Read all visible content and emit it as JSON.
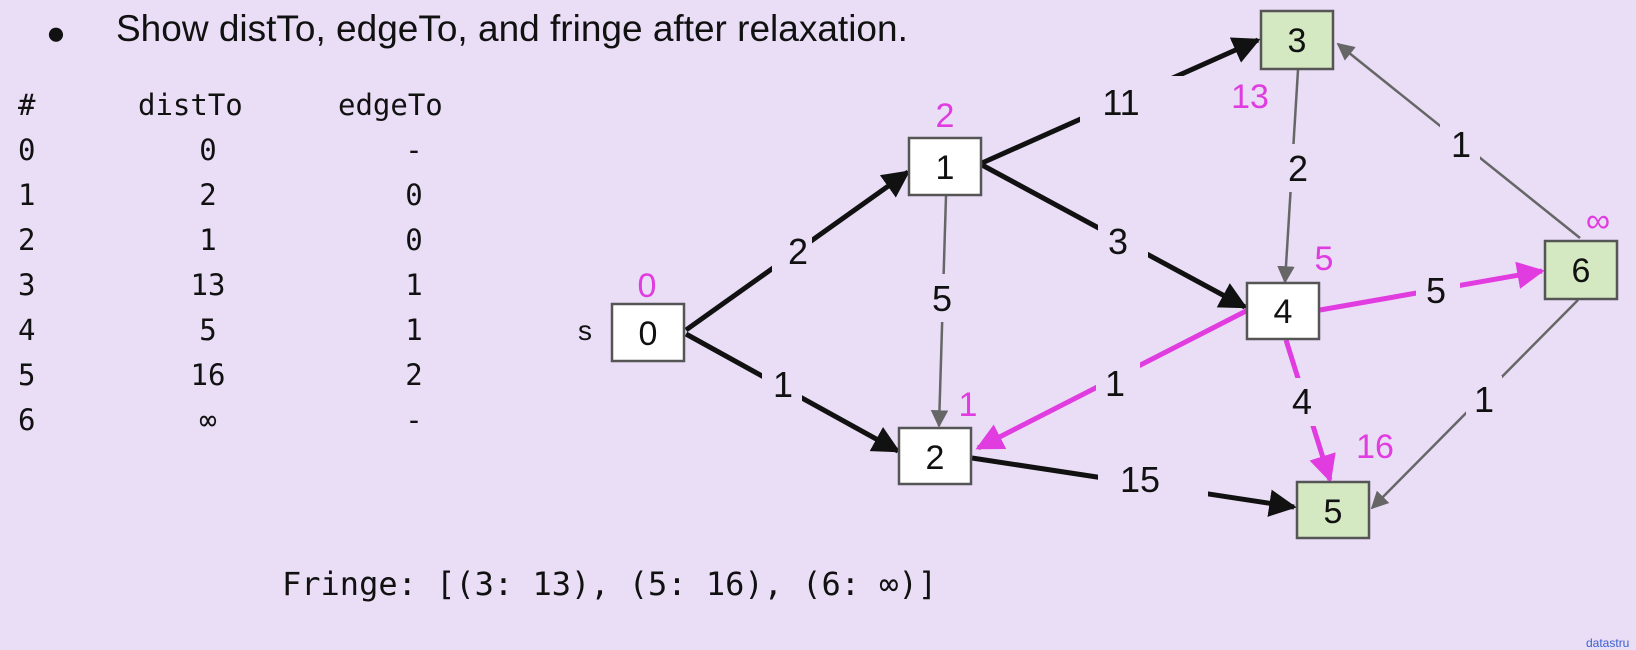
{
  "bullet": {
    "marker": "●",
    "text": "Show distTo, edgeTo, and fringe after relaxation."
  },
  "table": {
    "headers": [
      "#",
      "distTo",
      "edgeTo"
    ],
    "rows": [
      [
        "0",
        "0",
        "-"
      ],
      [
        "1",
        "2",
        "0"
      ],
      [
        "2",
        "1",
        "0"
      ],
      [
        "3",
        "13",
        "1"
      ],
      [
        "4",
        "5",
        "1"
      ],
      [
        "5",
        "16",
        "2"
      ],
      [
        "6",
        "∞",
        "-"
      ]
    ]
  },
  "fringe": "Fringe: [(3: 13), (5: 16), (6: ∞)]",
  "credit": "datastru",
  "graph": {
    "source_label": "s",
    "nodes": [
      {
        "id": "0",
        "dist": "0"
      },
      {
        "id": "1",
        "dist": "2"
      },
      {
        "id": "2",
        "dist": "1"
      },
      {
        "id": "3",
        "dist": "13"
      },
      {
        "id": "4",
        "dist": "5"
      },
      {
        "id": "5",
        "dist": "16"
      },
      {
        "id": "6",
        "dist": "∞"
      }
    ],
    "edges": [
      {
        "from": "0",
        "to": "1",
        "weight": "2"
      },
      {
        "from": "0",
        "to": "2",
        "weight": "1"
      },
      {
        "from": "1",
        "to": "3",
        "weight": "11"
      },
      {
        "from": "1",
        "to": "4",
        "weight": "3"
      },
      {
        "from": "1",
        "to": "2",
        "weight": "5"
      },
      {
        "from": "2",
        "to": "5",
        "weight": "15"
      },
      {
        "from": "3",
        "to": "4",
        "weight": "2"
      },
      {
        "from": "4",
        "to": "2",
        "weight": "1"
      },
      {
        "from": "4",
        "to": "6",
        "weight": "5"
      },
      {
        "from": "4",
        "to": "5",
        "weight": "4"
      },
      {
        "from": "6",
        "to": "3",
        "weight": "1"
      },
      {
        "from": "6",
        "to": "5",
        "weight": "1"
      }
    ],
    "colors": {
      "tree_edge": "#111111",
      "relaxed_edge": "#e03ce0",
      "other_edge": "#666666",
      "fringe_node_fill": "#d4e8c2",
      "node_fill": "#ffffff",
      "dist_label": "#e03ce0",
      "background": "#e9def6"
    }
  }
}
